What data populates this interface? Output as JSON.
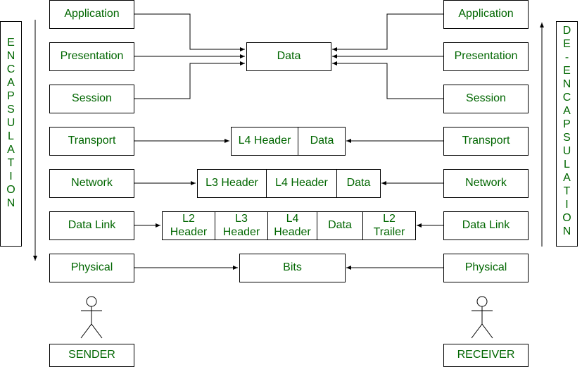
{
  "sender_layers": [
    "Application",
    "Presentation",
    "Session",
    "Transport",
    "Network",
    "Data Link",
    "Physical"
  ],
  "receiver_layers": [
    "Application",
    "Presentation",
    "Session",
    "Transport",
    "Network",
    "Data Link",
    "Physical"
  ],
  "pdus": {
    "data": "Data",
    "transport": [
      "L4 Header",
      "Data"
    ],
    "network": [
      "L3 Header",
      "L4 Header",
      "Data"
    ],
    "datalink": [
      "L2\nHeader",
      "L3\nHeader",
      "L4\nHeader",
      "Data",
      "L2\nTrailer"
    ],
    "physical": "Bits"
  },
  "labels": {
    "encapsulation": "ENCAPSULATION",
    "deencapsulation": "DE-ENCAPSULATION",
    "sender": "SENDER",
    "receiver": "RECEIVER"
  },
  "colors": {
    "text": "#006600",
    "line": "#000000"
  }
}
